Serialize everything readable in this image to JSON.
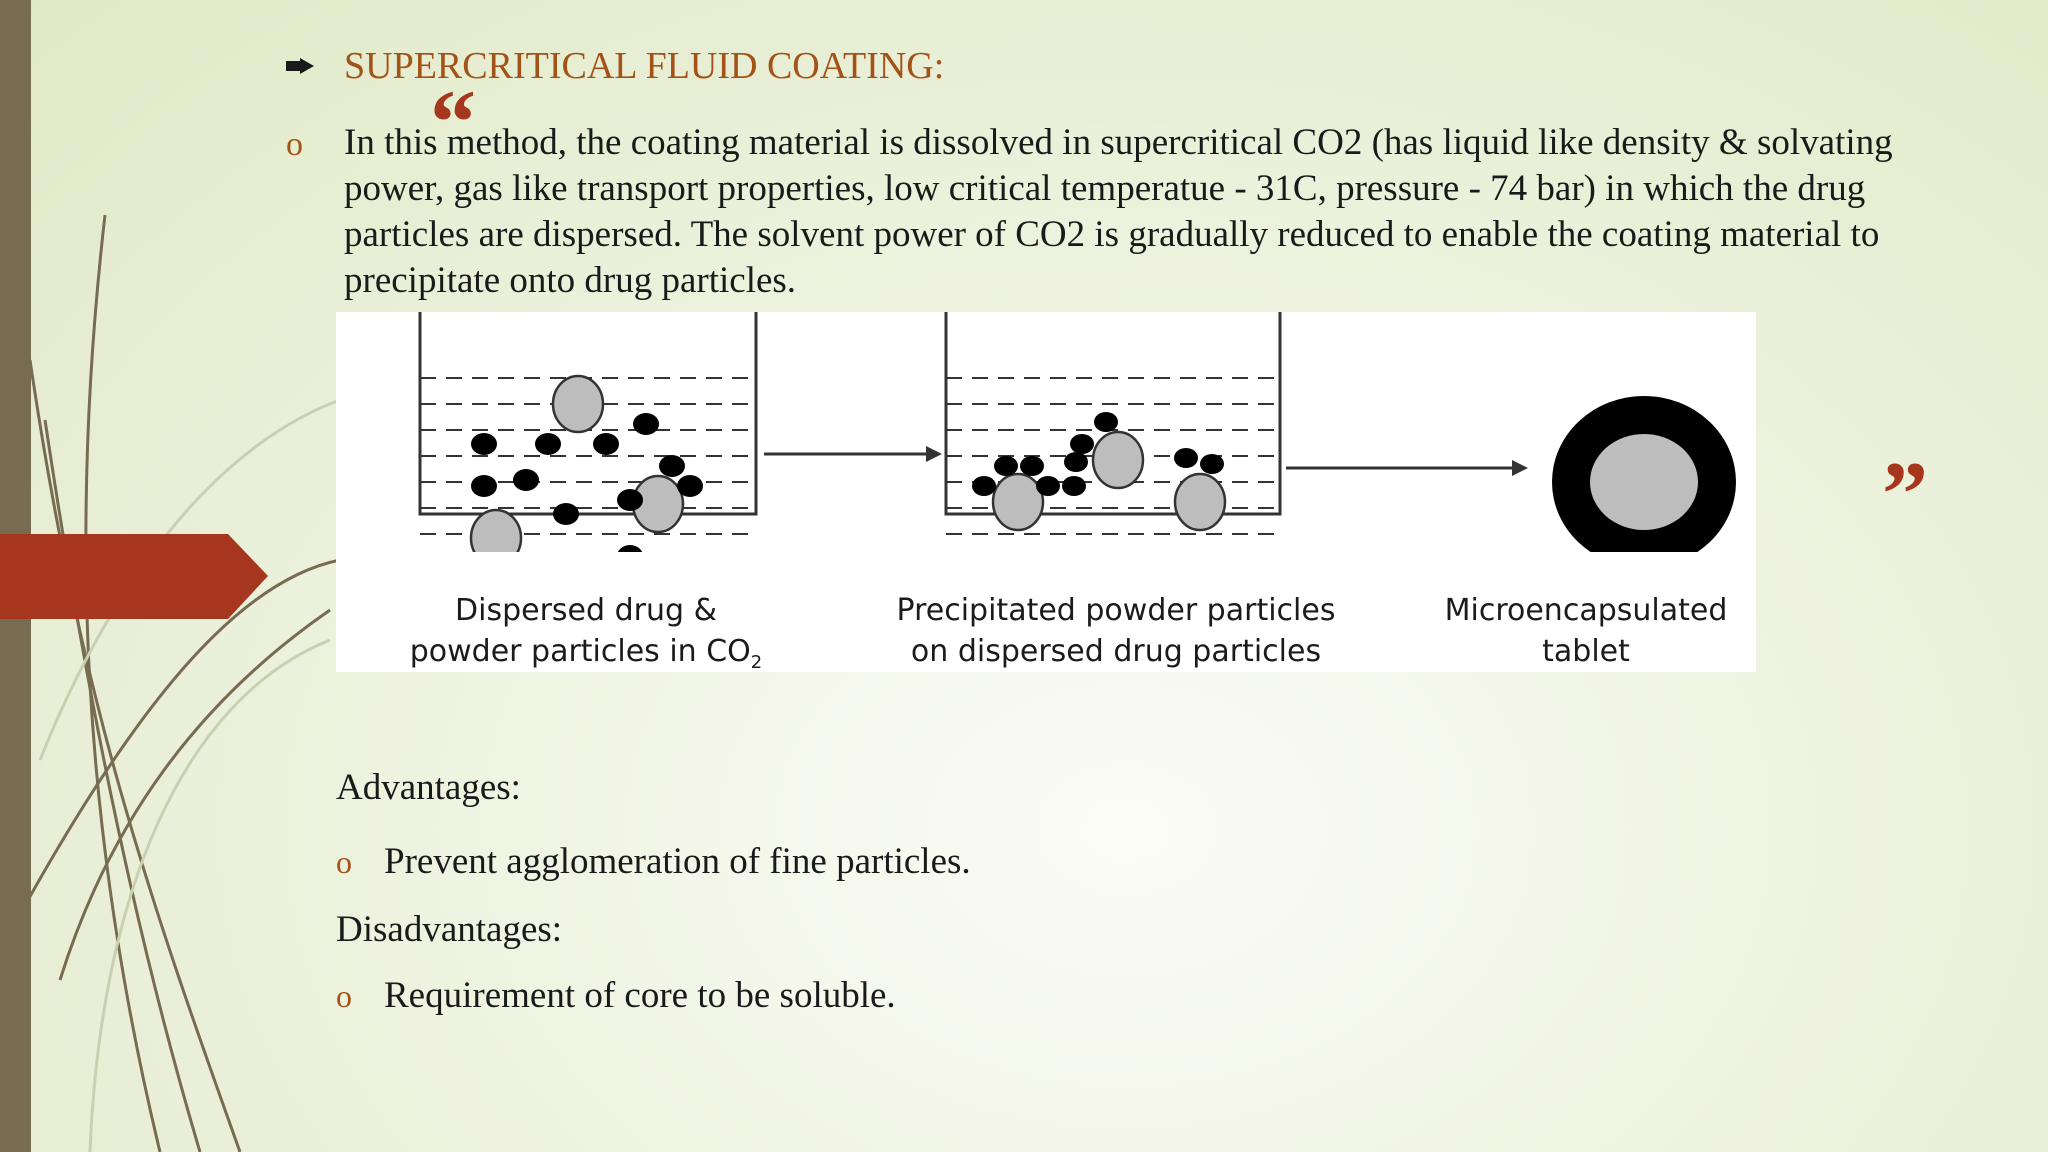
{
  "slide": {
    "heading": "SUPERCRITICAL FLUID COATING:",
    "paragraph": "In this method, the coating material is dissolved in supercritical CO2 (has liquid like density & solvating power, gas like transport properties, low critical temperatue - 31C, pressure - 74 bar) in which the drug particles are dispersed. The solvent power of CO2 is gradually reduced to enable the coating material to precipitate onto drug particles.",
    "quote_open": "“",
    "quote_close": "”",
    "paragraph_bullet": "o",
    "figure": {
      "caption_1_line1": "Dispersed drug &",
      "caption_1_line2": "powder particles in CO",
      "caption_1_sub": "2",
      "caption_2_line1": "Precipitated powder particles",
      "caption_2_line2": "on dispersed drug particles",
      "caption_3_line1": "Microencapsulated",
      "caption_3_line2": "tablet"
    },
    "advantages_title": "Advantages:",
    "advantages": [
      "Prevent agglomeration of fine particles."
    ],
    "disadvantages_title": "Disadvantages:",
    "disadvantages": [
      "Requirement of core to be soluble."
    ],
    "colors": {
      "accent": "#a35318",
      "arrow_red": "#a6361e",
      "bar": "#776b51",
      "background": "#eef3df"
    }
  }
}
